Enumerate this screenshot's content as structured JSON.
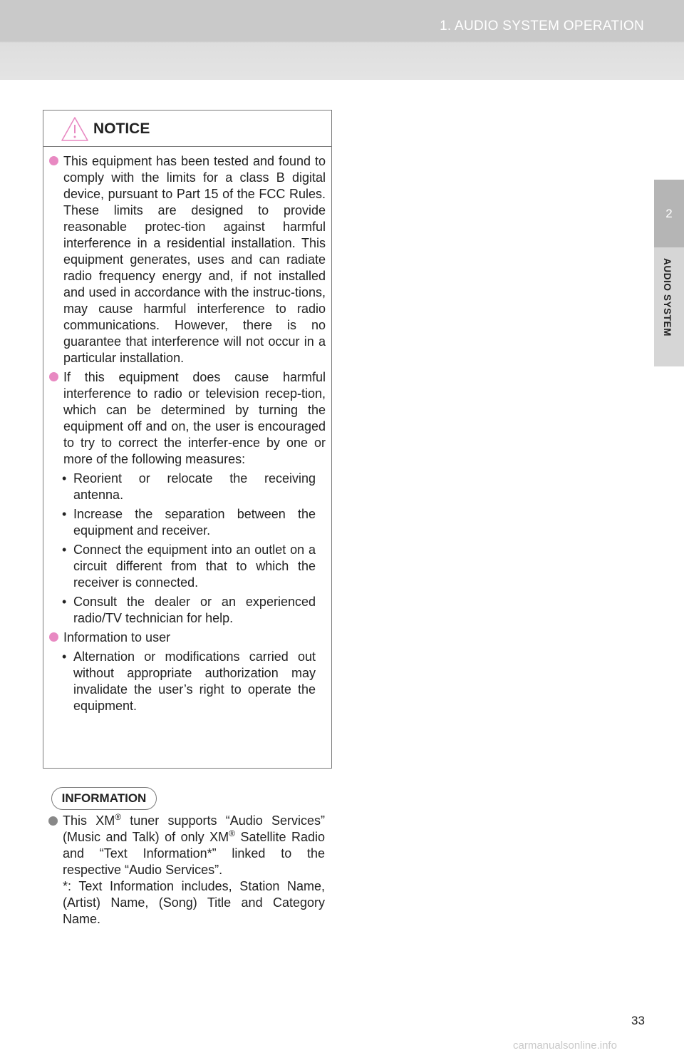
{
  "header": {
    "title": "1. AUDIO SYSTEM OPERATION"
  },
  "side_tab": {
    "number": "2",
    "label": "AUDIO SYSTEM"
  },
  "notice": {
    "title": "NOTICE",
    "bullets": [
      "This equipment has been tested and found to comply with the limits for a class B digital device, pursuant to Part 15 of the FCC Rules. These limits are designed to provide reasonable protec-tion against harmful interference in a residential installation. This equipment generates, uses and can radiate radio frequency energy and, if not installed and used in accordance with the instruc-tions, may cause harmful interference to radio communications. However, there is no guarantee that interference will not occur in a particular installation.",
      "If this equipment does cause harmful interference to radio or television recep-tion, which can be determined by turning the equipment off and on, the user is encouraged to try to correct the interfer-ence by one or more of the following measures:"
    ],
    "measures": [
      "Reorient or relocate the receiving antenna.",
      "Increase the separation between the equipment and receiver.",
      "Connect the equipment into an outlet on a circuit different from that to which the receiver is connected.",
      "Consult the dealer or an experienced radio/TV technician for help."
    ],
    "user_info_bullet": "Information to user",
    "user_info_items": [
      "Alternation or modifications carried out without appropriate authorization may invalidate the user’s right to operate the equipment."
    ],
    "sub_marker": "•"
  },
  "information": {
    "label": "INFORMATION",
    "line1_a": "This XM",
    "reg": "®",
    "line1_b": " tuner supports “Audio Services” (Music and Talk) of only XM",
    "line1_c": " Satellite Radio and “Text Information*” linked to the respective “Audio Services”.",
    "footnote": "*: Text Information includes, Station Name, (Artist) Name, (Song) Title and Category Name."
  },
  "page_number": "33",
  "watermark": "carmanualsonline.info",
  "colors": {
    "notice_bullet": "#e889c2",
    "info_bullet": "#888888",
    "header_band": "#c9c9c9"
  }
}
